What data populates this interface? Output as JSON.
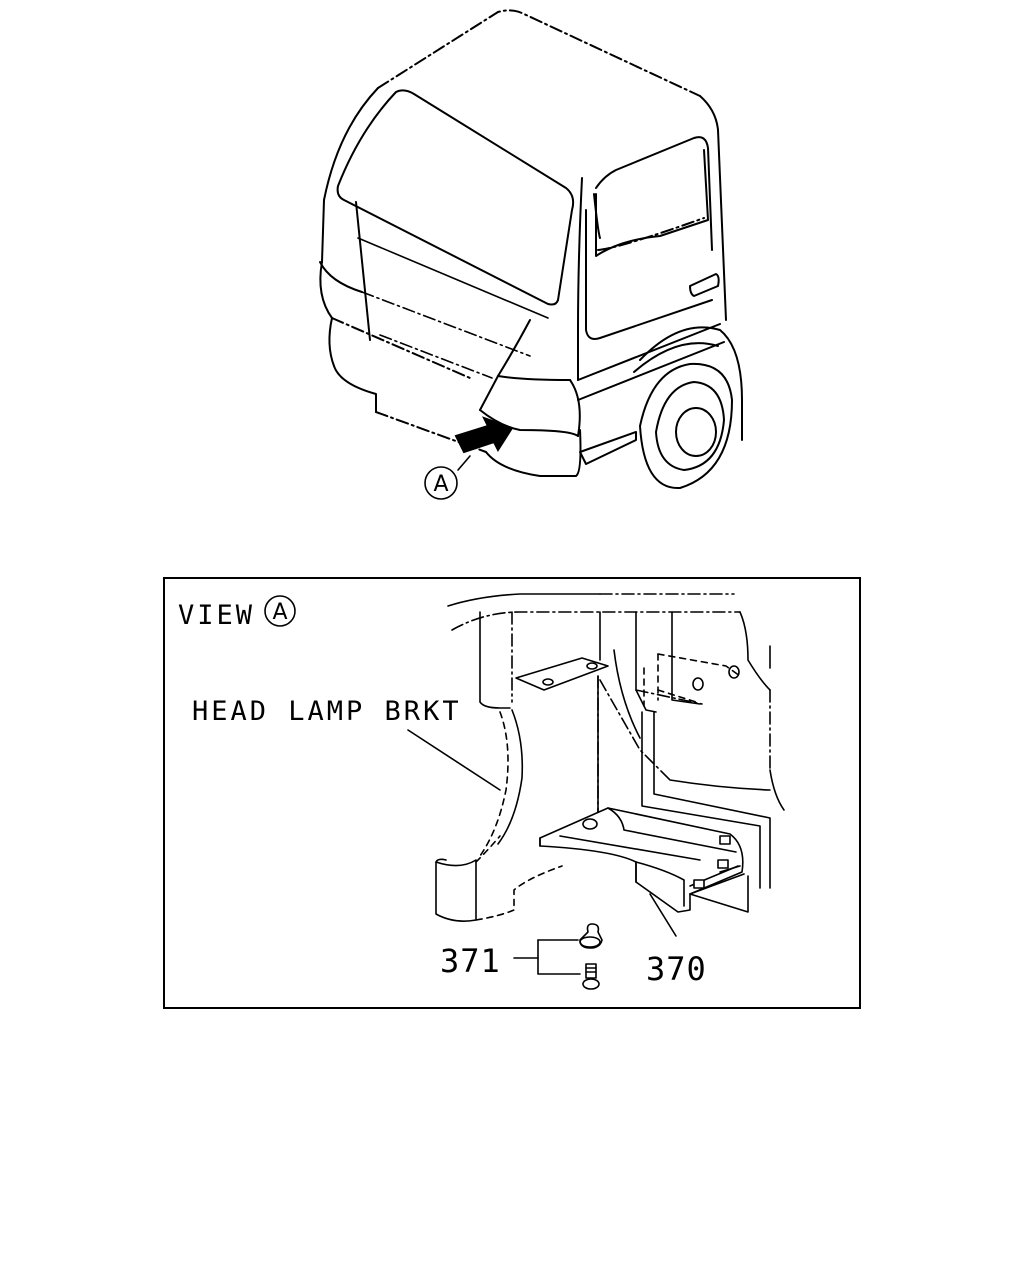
{
  "truck_view": {
    "view_marker": "A"
  },
  "detail_view": {
    "title": "VIEW",
    "view_marker": "A",
    "callouts": {
      "head_lamp_bracket": "HEAD LAMP BRKT",
      "part_371": "371",
      "part_370": "370"
    }
  }
}
